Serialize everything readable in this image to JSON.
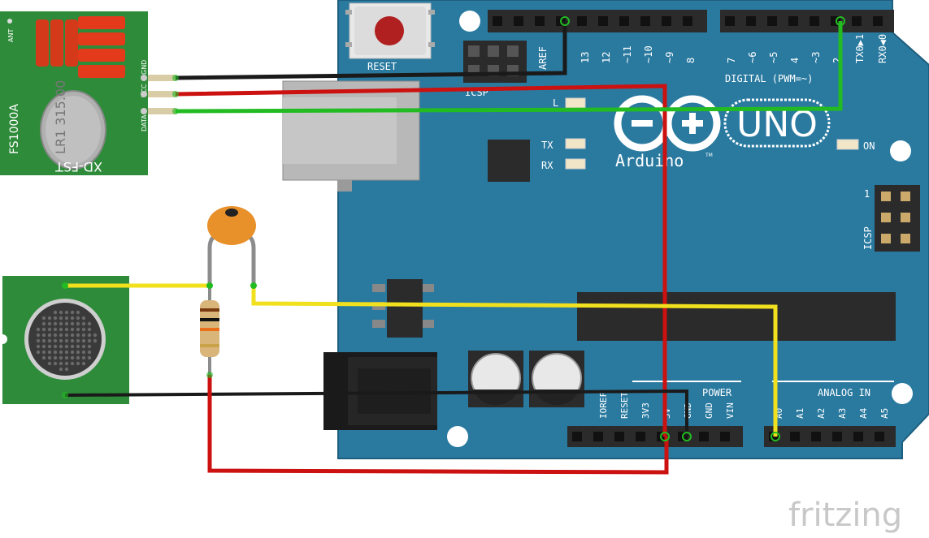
{
  "watermark": "fritzing",
  "arduino": {
    "reset_label": "RESET",
    "icsp_label": "ICSP",
    "icsp2_label": "ICSP",
    "icsp_pin1": "1",
    "digital_label": "DIGITAL (PWM=~)",
    "brand": "Arduino",
    "tm": "TM",
    "model": "UNO",
    "on_label": "ON",
    "tx_label": "TX",
    "rx_label": "RX",
    "l_label": "L",
    "power_label": "POWER",
    "analog_label": "ANALOG IN",
    "digital_pins": [
      "AREF",
      "13",
      "12",
      "~11",
      "~10",
      "~9",
      "8",
      "7",
      "~6",
      "~5",
      "4",
      "~3",
      "2",
      "TX0▶1",
      "RX0◀0"
    ],
    "power_pins": [
      "IOREF",
      "RESET",
      "3V3",
      "5V",
      "GND",
      "GND",
      "VIN"
    ],
    "analog_pins": [
      "A0",
      "A1",
      "A2",
      "A3",
      "A4",
      "A5"
    ]
  },
  "rf_module": {
    "name": "FS1000A",
    "brand": "XD-FST",
    "crystal": "LR1 315.00",
    "ant_label": "ANT",
    "pins": [
      "GND",
      "VCC",
      "DATA"
    ]
  },
  "mic_module": {
    "name": "sound-sensor"
  },
  "wires": [
    {
      "name": "gnd-wire",
      "color": "#1a1a1a"
    },
    {
      "name": "vcc-wire",
      "color": "#cc1111"
    },
    {
      "name": "data-wire",
      "color": "#22bb22"
    },
    {
      "name": "signal-wire",
      "color": "#f0e01e"
    }
  ],
  "colors": {
    "board": "#2a7aa0",
    "pcb_green": "#2e8b3a",
    "header": "#2b2b2b"
  }
}
